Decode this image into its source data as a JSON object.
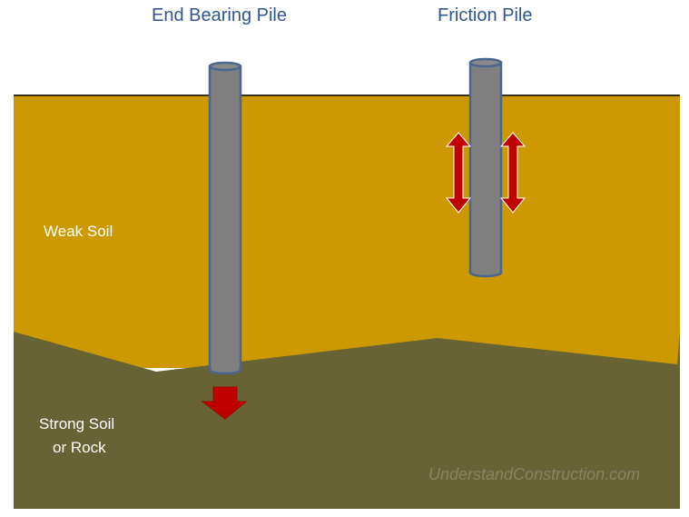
{
  "titles": {
    "end_bearing": "End Bearing Pile",
    "friction": "Friction Pile"
  },
  "layers": {
    "weak_soil": "Weak Soil",
    "strong_soil_line1": "Strong Soil",
    "strong_soil_line2": "or Rock"
  },
  "watermark": "UnderstandConstruction.com",
  "colors": {
    "title_text": "#2f5693",
    "weak_soil": "#cc9a00",
    "strong_soil": "#676334",
    "pile_fill": "#808080",
    "pile_outline": "#4a6590",
    "arrow_fill": "#c00000",
    "ground_line": "#3b2f1a",
    "label_text": "#ffffff"
  }
}
